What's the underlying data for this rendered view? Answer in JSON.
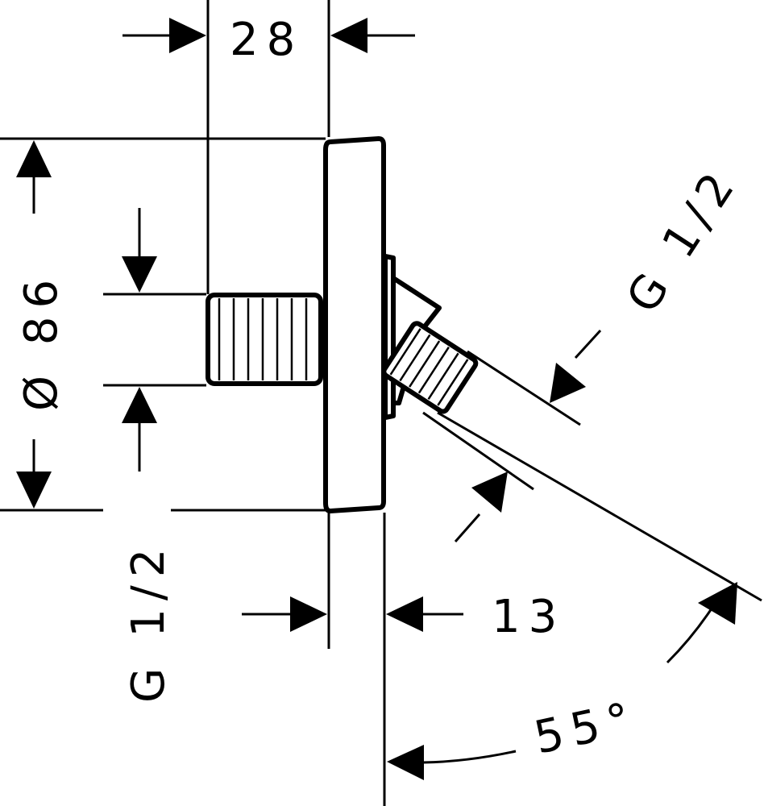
{
  "diagram": {
    "dimensions": {
      "width_top": "28",
      "diameter": "Ø 86",
      "thread_left": "G 1/2",
      "thread_right": "G 1/2",
      "depth": "13",
      "angle": "55°"
    },
    "colors": {
      "line": "#000000",
      "background": "#ffffff"
    }
  }
}
